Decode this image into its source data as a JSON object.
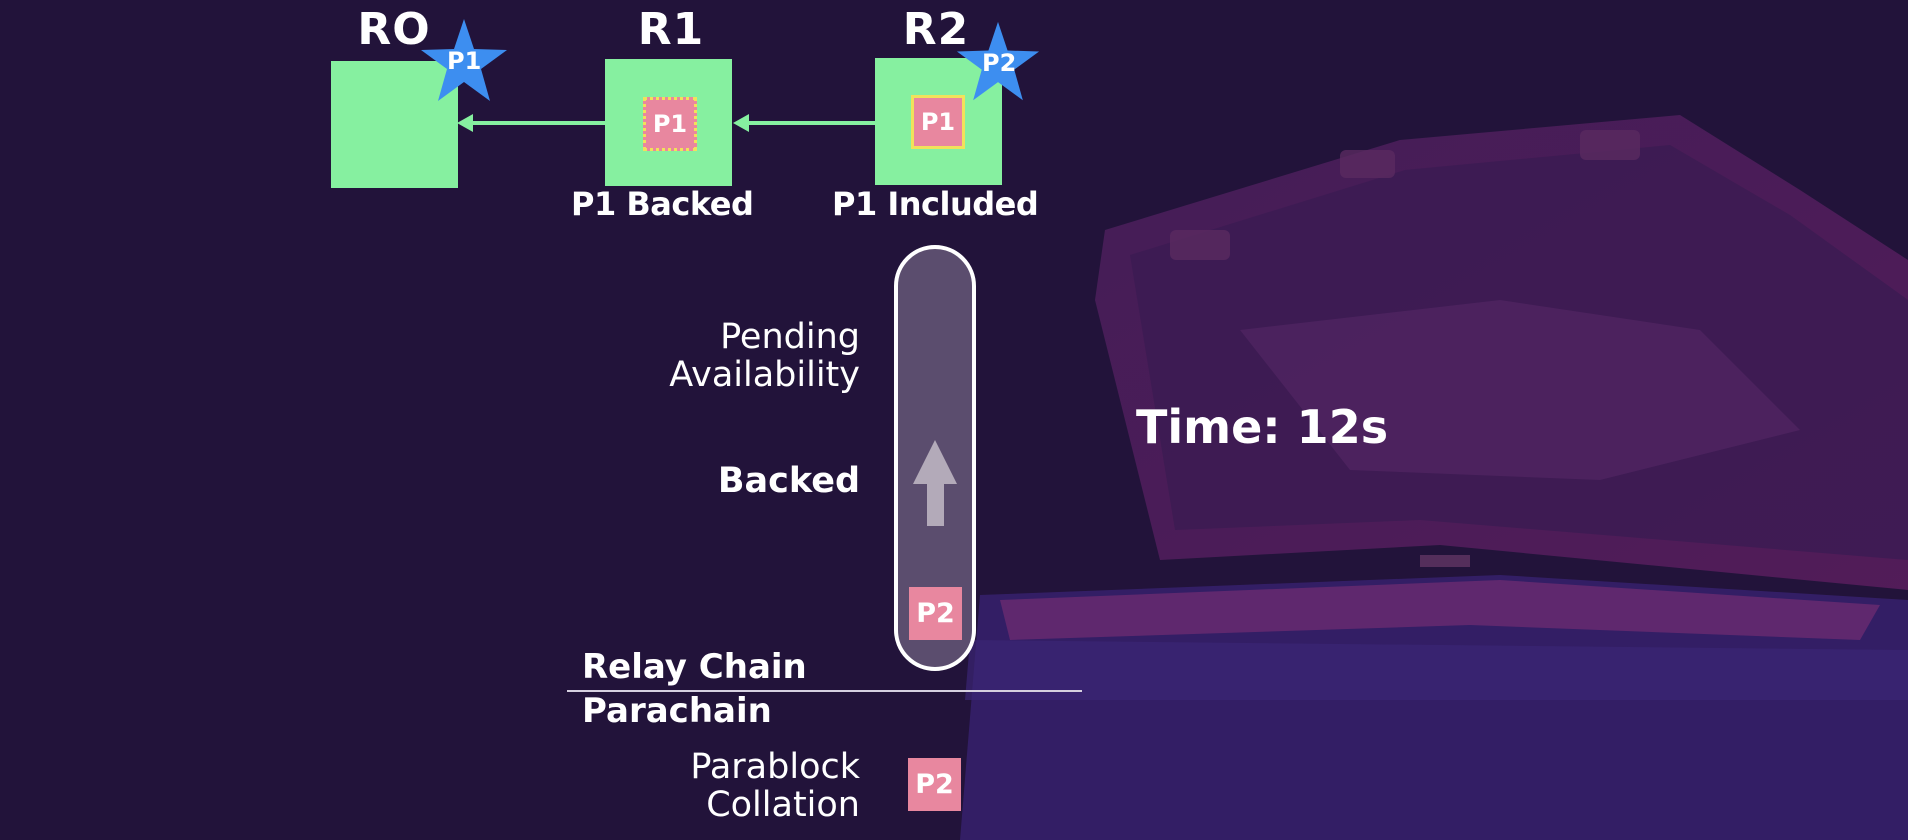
{
  "relay_blocks": [
    {
      "label": "RO",
      "star": "P1"
    },
    {
      "label": "R1",
      "inner": "P1",
      "caption": "P1 Backed"
    },
    {
      "label": "R2",
      "inner": "P1",
      "star": "P2",
      "caption": "P1 Included"
    }
  ],
  "states": {
    "pending": [
      "Pending",
      "Availability"
    ],
    "backed": "Backed"
  },
  "pill_chip": "P2",
  "sections": {
    "relay": "Relay Chain",
    "para": "Parachain"
  },
  "collation": {
    "lines": [
      "Parablock",
      "Collation"
    ],
    "chip": "P2"
  },
  "time_label": "Time: 12s",
  "colors": {
    "background": "#22133a",
    "block": "#86f0a0",
    "chip": "#e8879f",
    "star": "#3d8ef0",
    "arrow": "#86f0a0",
    "pill": "#5b4d6e"
  }
}
